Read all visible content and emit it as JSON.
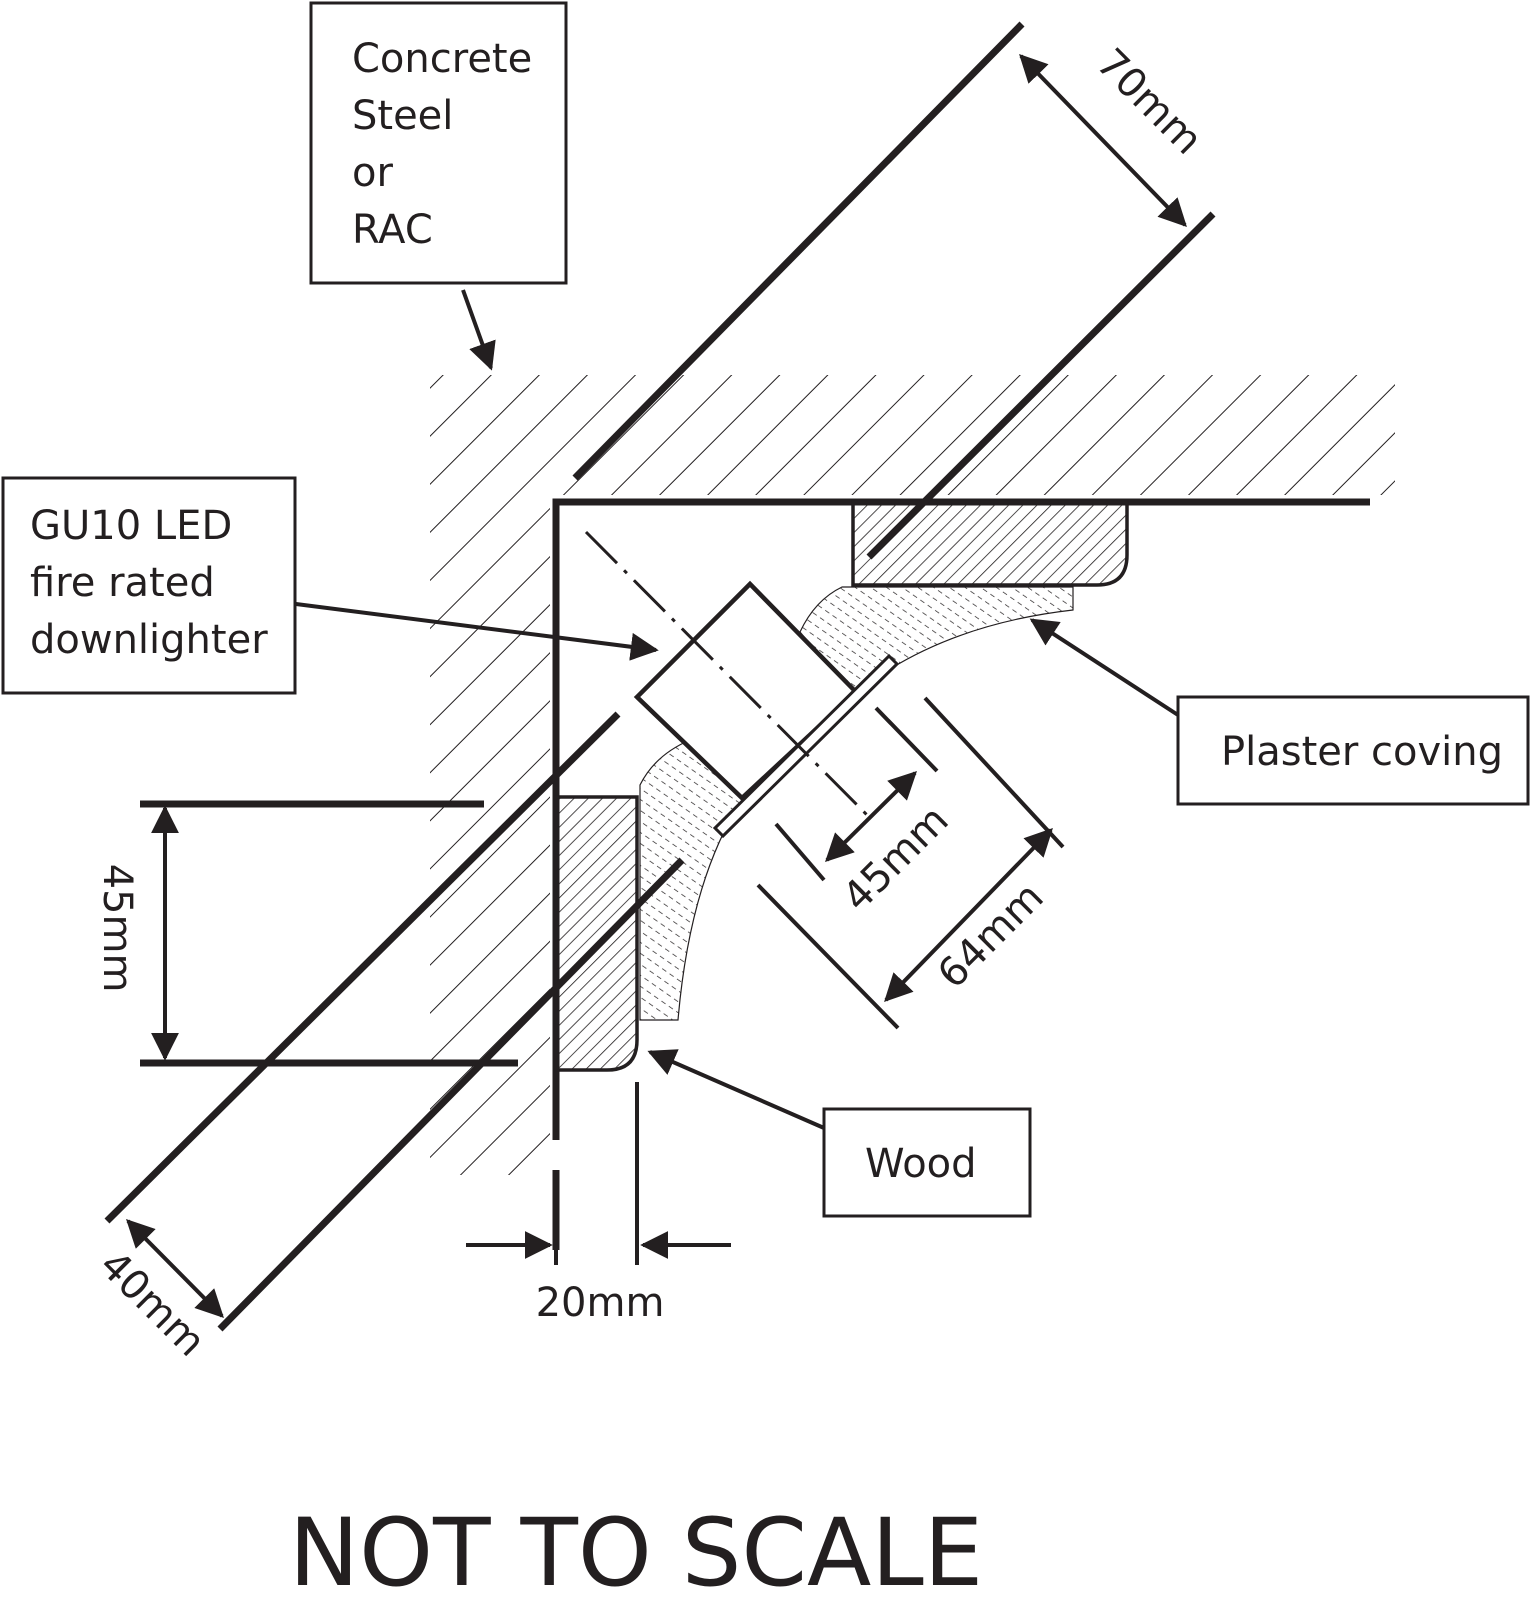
{
  "labels": {
    "material_line1": "Concrete",
    "material_line2": "Steel",
    "material_line3": "or",
    "material_line4": "RAC",
    "fitting_line1": "GU10 LED",
    "fitting_line2": "fire rated",
    "fitting_line3": "downlighter",
    "coving": "Plaster coving",
    "wood": "Wood",
    "footer": "NOT TO SCALE"
  },
  "dimensions": {
    "d70": "70mm",
    "d45_vertical": "45mm",
    "d45_diagonal": "45mm",
    "d64": "64mm",
    "d40": "40mm",
    "d20": "20mm"
  },
  "colors": {
    "ink": "#231f20",
    "background": "#ffffff"
  }
}
